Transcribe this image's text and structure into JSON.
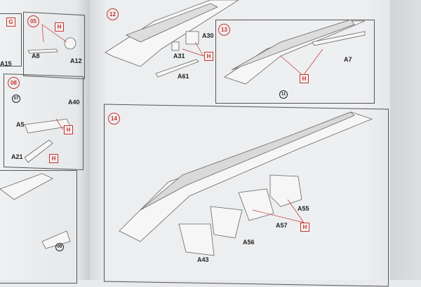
{
  "steps": {
    "s05": "05",
    "s08": "08",
    "s12": "12",
    "s13": "13",
    "s14": "14"
  },
  "subassemblies": {
    "s07": "07",
    "s09": "09",
    "s11": "11"
  },
  "tags": {
    "g": "G",
    "h": "H"
  },
  "parts": {
    "a15": "A15",
    "a8": "A8",
    "a12": "A12",
    "a40": "A40",
    "a5": "A5",
    "a21": "A21",
    "a30": "A30",
    "a31": "A31",
    "a61": "A61",
    "a7": "A7",
    "a55": "A55",
    "a57": "A57",
    "a56": "A56",
    "a43": "A43"
  },
  "colors": {
    "accent": "#c8322c",
    "line": "#555555"
  }
}
